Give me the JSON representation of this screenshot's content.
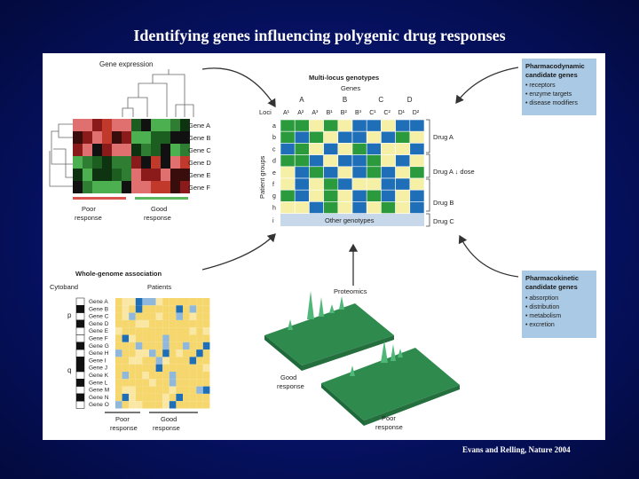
{
  "title": "Identifying genes influencing polygenic drug responses",
  "credit": "Evans and Relling, Nature 2004",
  "colors": {
    "background": "#061266",
    "green": "#2a9a3c",
    "blue": "#1f6fb8",
    "yellow": "#f6efa6",
    "candidate_box": "#a9c9e4"
  },
  "gene_expression": {
    "title": "Gene expression",
    "genes": [
      "Gene A",
      "Gene B",
      "Gene C",
      "Gene D",
      "Gene E",
      "Gene F"
    ],
    "poor_label": [
      "Poor",
      "response"
    ],
    "good_label": [
      "Good",
      "response"
    ]
  },
  "multilocus": {
    "title": "Multi-locus genotypes",
    "genes_label": "Genes",
    "gene_groups": [
      "A",
      "B",
      "C",
      "D"
    ],
    "loci_label": "Loci",
    "loci": [
      "A¹",
      "A²",
      "A³",
      "B¹",
      "B²",
      "B³",
      "C¹",
      "C²",
      "D¹",
      "D²"
    ],
    "patient_groups_label": "Patient groups",
    "rows": [
      "a",
      "b",
      "c",
      "d",
      "e",
      "f",
      "g",
      "h",
      "i"
    ],
    "other_genotypes": "Other genotypes",
    "drug_labels": [
      "Drug A",
      "Drug A ↓ dose",
      "Drug B",
      "Drug C"
    ]
  },
  "pharmacodynamic": {
    "title": [
      "Pharmacodynamic",
      "candidate genes"
    ],
    "items": [
      "receptors",
      "enzyme targets",
      "disease modifiers"
    ]
  },
  "pharmacokinetic": {
    "title": [
      "Pharmacokinetic",
      "candidate genes"
    ],
    "items": [
      "absorption",
      "distribution",
      "metabolism",
      "excretion"
    ]
  },
  "whole_genome": {
    "title": "Whole-genome association",
    "cytoband_label": "Cytoband",
    "patients_label": "Patients",
    "arm_p": "p",
    "arm_q": "q",
    "genes": [
      "Gene A",
      "Gene B",
      "Gene C",
      "Gene D",
      "Gene E",
      "Gene F",
      "Gene G",
      "Gene H",
      "Gene I",
      "Gene J",
      "Gene K",
      "Gene L",
      "Gene M",
      "Gene N",
      "Gene O"
    ],
    "poor_label": [
      "Poor",
      "response"
    ],
    "good_label": [
      "Good",
      "response"
    ]
  },
  "proteomics": {
    "title": "Proteomics",
    "good_label": [
      "Good",
      "response"
    ],
    "poor_label": [
      "Poor",
      "response"
    ]
  }
}
